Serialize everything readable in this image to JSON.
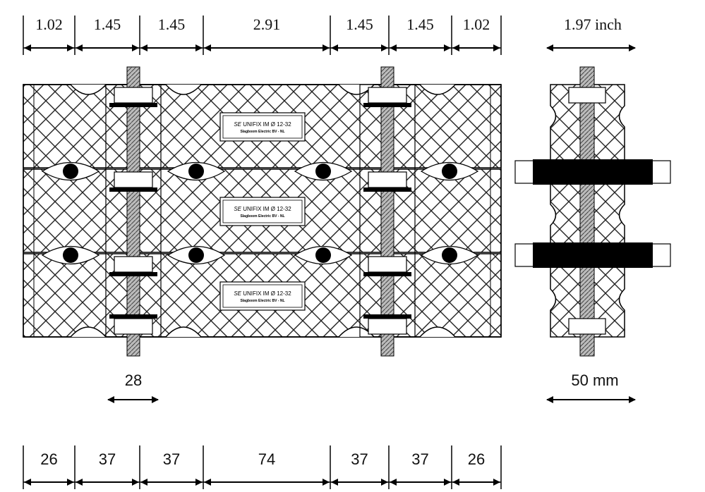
{
  "top_dims_inch": [
    "1.02",
    "1.45",
    "1.45",
    "2.91",
    "1.45",
    "1.45",
    "1.02"
  ],
  "bottom_dims_mm": [
    "26",
    "37",
    "37",
    "74",
    "37",
    "37",
    "26"
  ],
  "side_width_inch": "1.97 inch",
  "side_width_mm": "50 mm",
  "bolt_width_mm": "28",
  "plate": {
    "brand": "SE",
    "model": "UNIFIX IM Ø 12-32",
    "maker": "Slagboom Electric BV - NL"
  }
}
